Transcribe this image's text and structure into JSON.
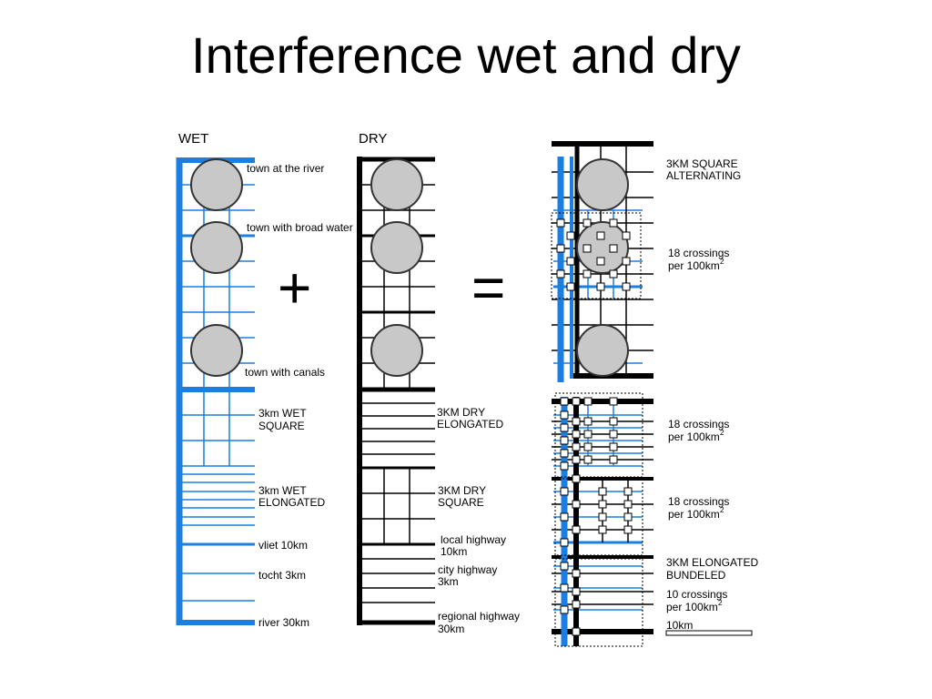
{
  "title": "Interference wet and dry",
  "colors": {
    "water": "#1a7fe0",
    "road": "#000000",
    "town_fill": "#c8c8c8"
  },
  "wet": {
    "header": "WET",
    "labels": [
      "town at the river",
      "town with broad water",
      "town with canals",
      "3km WET",
      "SQUARE",
      "3km WET",
      "ELONGATED",
      "vliet 10km",
      "tocht 3km",
      "river 30km"
    ]
  },
  "dry": {
    "header": "DRY",
    "labels": [
      "3KM DRY",
      "ELONGATED",
      "3KM DRY",
      "SQUARE",
      "local highway",
      "10km",
      "city highway",
      "3km",
      "regional highway",
      "30km"
    ]
  },
  "operators": {
    "plus": "+",
    "equals": "="
  },
  "result": {
    "labels": [
      "3KM SQUARE",
      "ALTERNATING",
      "18 crossings",
      "per 100km",
      "2",
      "18 crossings",
      "per 100km",
      "2",
      "18 crossings",
      "per 100km",
      "2",
      "3KM ELONGATED",
      "BUNDELED",
      "10 crossings",
      "per 100km",
      "2",
      "10km"
    ]
  }
}
